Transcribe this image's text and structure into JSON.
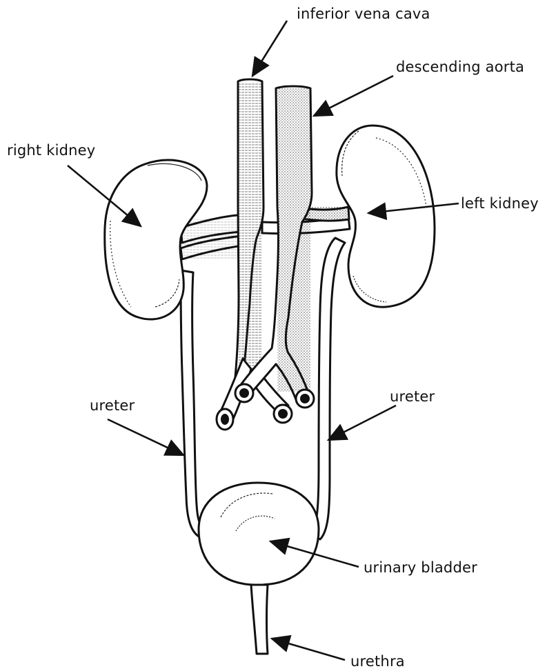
{
  "labels": {
    "ivc": "inferior vena cava",
    "aorta": "descending aorta",
    "right_kidney": "right kidney",
    "left_kidney": "left kidney",
    "ureter_left_label": "ureter",
    "ureter_right_label": "ureter",
    "bladder": "urinary bladder",
    "urethra": "urethra"
  }
}
